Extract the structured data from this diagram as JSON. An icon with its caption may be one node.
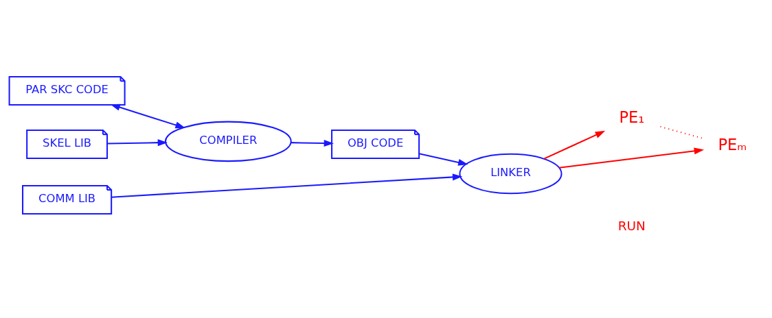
{
  "diagram": {
    "nodes": [
      {
        "text": [
          "PAR SKC CODE"
        ]
      },
      {
        "text": [
          "SKEL LIB"
        ]
      },
      {
        "text": [
          "COMM LIB"
        ]
      },
      {
        "text": [
          "COMPILER"
        ]
      },
      {
        "text": [
          "OBJ CODE"
        ]
      },
      {
        "text": [
          "LINKER"
        ]
      },
      {
        "text": [
          "PE₁"
        ]
      },
      {
        "text": [
          "PEₘ"
        ]
      }
    ],
    "edges": [
      {
        "from": 0,
        "to": 3,
        "arrow": "both"
      },
      {
        "from": 1,
        "to": 3,
        "arrow": "to"
      },
      {
        "from": 2,
        "to": 5,
        "arrow": "to"
      },
      {
        "from": 3,
        "to": 4,
        "arrow": "to"
      },
      {
        "from": 4,
        "to": 5,
        "arrow": "to"
      },
      {
        "from": 5,
        "to": 6,
        "arrow": "to",
        "color": "#ff0000"
      },
      {
        "from": 5,
        "to": 7,
        "arrow": "to",
        "color": "#ff0000"
      },
      {
        "from": 6,
        "to": 7,
        "arrow": "none",
        "style": "dashed",
        "color": "#ff0000"
      }
    ],
    "labels": [
      "RUN"
    ]
  }
}
